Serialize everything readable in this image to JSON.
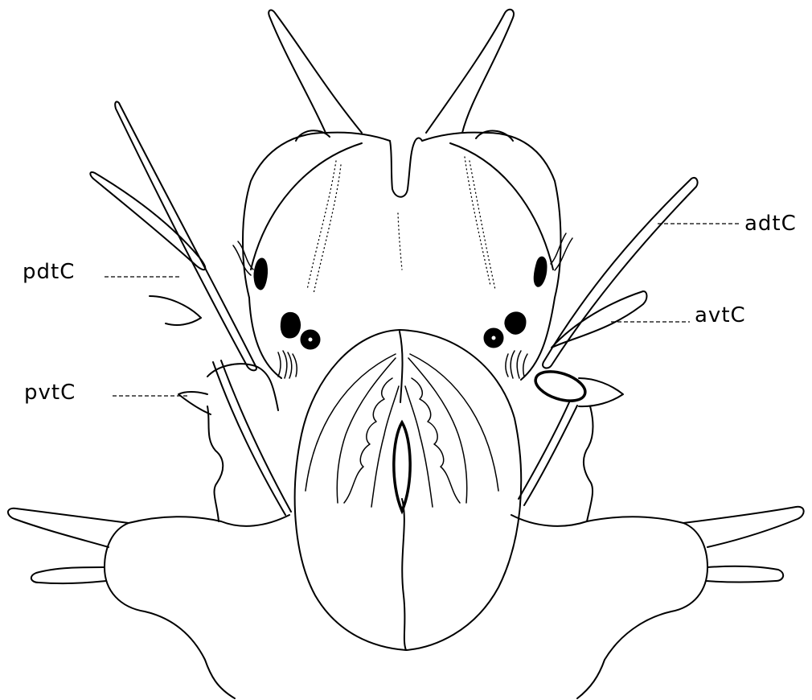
{
  "labels": {
    "adtC": "adtC",
    "avtC": "avtC",
    "pdtC": "pdtC",
    "pvtC": "pvtC"
  }
}
